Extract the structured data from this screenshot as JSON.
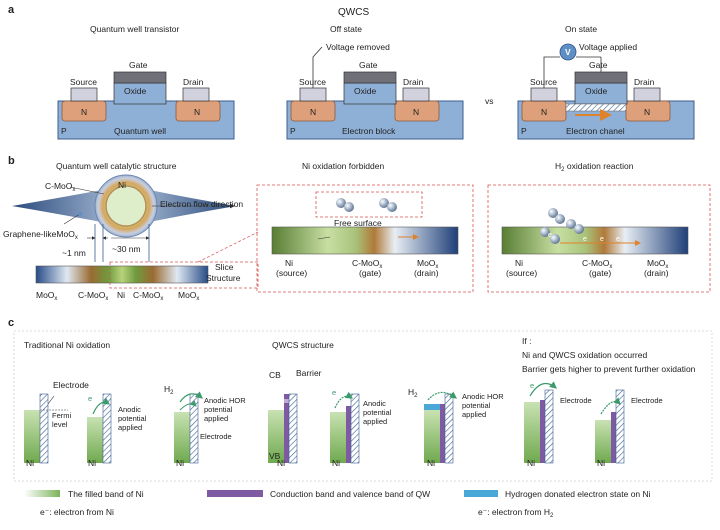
{
  "panel_a": {
    "letter": "a",
    "title": "QWCS",
    "transistor": {
      "title": "Quantum well transistor",
      "gate": "Gate",
      "oxide": "Oxide",
      "source": "Source",
      "drain": "Drain",
      "n_left": "N",
      "n_right": "N",
      "p": "P",
      "substrate": "Quantum well"
    },
    "off": {
      "title": "Off state",
      "note": "Voltage removed",
      "gate": "Gate",
      "oxide": "Oxide",
      "source": "Source",
      "drain": "Drain",
      "n_left": "N",
      "n_right": "N",
      "p": "P",
      "substrate": "Electron block"
    },
    "vs": "vs",
    "on": {
      "title": "On state",
      "note": "Voltage applied",
      "v": "V",
      "gate": "Gate",
      "oxide": "Oxide",
      "source": "Source",
      "drain": "Drain",
      "n_left": "N",
      "n_right": "N",
      "p": "P",
      "substrate": "Electron chanel"
    }
  },
  "panel_b": {
    "letter": "b",
    "left": {
      "title": "Quantum well catalytic structure",
      "c_moox": "C-MoO",
      "ni": "Ni",
      "graphene": "Graphene-likeMoO",
      "x": "x",
      "flow": "Electron flow direction",
      "d1": "~1 nm",
      "d30": "~30 nm",
      "slice": "Slice",
      "structure": "Structure",
      "bar_labels": [
        "MoO",
        "C-MoO",
        "Ni",
        "C-MoO",
        "MoO"
      ]
    },
    "mid": {
      "title": "Ni oxidation forbidden",
      "free_surface": "Free surface",
      "ni": "Ni",
      "ni_sub": "(source)",
      "c": "C-MoO",
      "c_sub": "(gate)",
      "m": "MoO",
      "m_sub": "(drain)",
      "x": "x"
    },
    "right": {
      "title_pre": "H",
      "title_sub": "2",
      "title_post": " oxidation reaction",
      "e": "e",
      "ni": "Ni",
      "ni_sub": "(source)",
      "c": "C-MoO",
      "c_sub": "(gate)",
      "m": "MoO",
      "m_sub": "(drain)",
      "x": "x"
    }
  },
  "panel_c": {
    "letter": "c",
    "trad": {
      "title": "Traditional Ni oxidation",
      "electrode": "Electrode",
      "fermi": [
        "Fermi",
        "level"
      ],
      "anodic": [
        "Anodic",
        "potential",
        "applied"
      ],
      "h2": "H",
      "hor": [
        "Anodic HOR",
        "potential",
        "applied"
      ],
      "electrode2": "Electrode",
      "ni": "Ni",
      "e": "e"
    },
    "qwcs": {
      "title": "QWCS structure",
      "cb": "CB",
      "vb": "VB",
      "barrier": "Barrier",
      "anodic": [
        "Anodic",
        "potential",
        "applied"
      ],
      "hor": [
        "Anodic HOR",
        "potential",
        "applied"
      ],
      "h2": "H",
      "ni": "Ni",
      "e": "e"
    },
    "iff": {
      "title": "If :",
      "line1": "Ni and QWCS oxidation occurred",
      "line2": "Barrier gets higher to prevent further oxidation",
      "electrode": "Electrode",
      "ni": "Ni",
      "e": "e"
    },
    "legend": {
      "filled": "The filled band of Ni",
      "cbvb": "Conduction band and valence band of QW",
      "hydrogen": "Hydrogen donated electron state on Ni",
      "e_ni": "e⁻: electron from Ni",
      "e_h2_pre": "e⁻: electron from H",
      "e_h2_sub": "2"
    }
  }
}
